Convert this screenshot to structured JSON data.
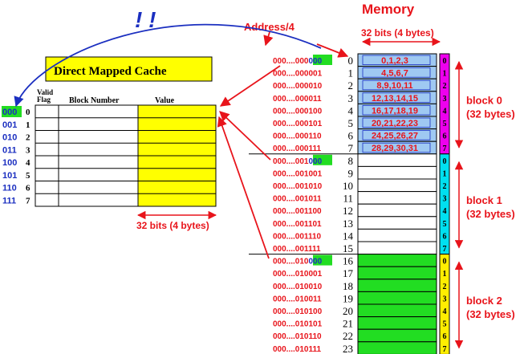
{
  "header": {
    "memory_title": "Memory",
    "address_label": "Address/4",
    "exclaim": "! !",
    "memory_width": "32 bits (4 bytes)"
  },
  "cache": {
    "title": "Direct Mapped Cache",
    "col_valid_line1": "Valid",
    "col_valid_line2": "Flag",
    "col_block": "Block Number",
    "col_value": "Value",
    "index_bits": [
      "000",
      "001",
      "010",
      "011",
      "100",
      "101",
      "110",
      "111"
    ],
    "index_dec": [
      "0",
      "1",
      "2",
      "3",
      "4",
      "5",
      "6",
      "7"
    ],
    "width_label": "32 bits (4 bytes)"
  },
  "memory": {
    "rows": [
      {
        "addr_prefix": "000....000",
        "addr_suffix": "000",
        "index": "0",
        "value": "0,1,2,3"
      },
      {
        "addr_prefix": "000....000",
        "addr_suffix": "001",
        "index": "1",
        "value": "4,5,6,7"
      },
      {
        "addr_prefix": "000....000",
        "addr_suffix": "010",
        "index": "2",
        "value": "8,9,10,11"
      },
      {
        "addr_prefix": "000....000",
        "addr_suffix": "011",
        "index": "3",
        "value": "12,13,14,15"
      },
      {
        "addr_prefix": "000....000",
        "addr_suffix": "100",
        "index": "4",
        "value": "16,17,18,19"
      },
      {
        "addr_prefix": "000....000",
        "addr_suffix": "101",
        "index": "5",
        "value": "20,21,22,23"
      },
      {
        "addr_prefix": "000....000",
        "addr_suffix": "110",
        "index": "6",
        "value": "24,25,26,27"
      },
      {
        "addr_prefix": "000....000",
        "addr_suffix": "111",
        "index": "7",
        "value": "28,29,30,31"
      },
      {
        "addr_prefix": "000....001",
        "addr_suffix": "000",
        "index": "8",
        "value": ""
      },
      {
        "addr_prefix": "000....001",
        "addr_suffix": "001",
        "index": "9",
        "value": ""
      },
      {
        "addr_prefix": "000....001",
        "addr_suffix": "010",
        "index": "10",
        "value": ""
      },
      {
        "addr_prefix": "000....001",
        "addr_suffix": "011",
        "index": "11",
        "value": ""
      },
      {
        "addr_prefix": "000....001",
        "addr_suffix": "100",
        "index": "12",
        "value": ""
      },
      {
        "addr_prefix": "000....001",
        "addr_suffix": "101",
        "index": "13",
        "value": ""
      },
      {
        "addr_prefix": "000....001",
        "addr_suffix": "110",
        "index": "14",
        "value": ""
      },
      {
        "addr_prefix": "000....001",
        "addr_suffix": "111",
        "index": "15",
        "value": ""
      },
      {
        "addr_prefix": "000....010",
        "addr_suffix": "000",
        "index": "16",
        "value": ""
      },
      {
        "addr_prefix": "000....010",
        "addr_suffix": "001",
        "index": "17",
        "value": ""
      },
      {
        "addr_prefix": "000....010",
        "addr_suffix": "010",
        "index": "18",
        "value": ""
      },
      {
        "addr_prefix": "000....010",
        "addr_suffix": "011",
        "index": "19",
        "value": ""
      },
      {
        "addr_prefix": "000....010",
        "addr_suffix": "100",
        "index": "20",
        "value": ""
      },
      {
        "addr_prefix": "000....010",
        "addr_suffix": "101",
        "index": "21",
        "value": ""
      },
      {
        "addr_prefix": "000....010",
        "addr_suffix": "110",
        "index": "22",
        "value": ""
      },
      {
        "addr_prefix": "000....010",
        "addr_suffix": "111",
        "index": "23",
        "value": ""
      }
    ],
    "blocks": [
      {
        "name": "block 0",
        "size": "(32 bytes)",
        "color": "#9fc9f2",
        "strip_color": "#ee00ee"
      },
      {
        "name": "block 1",
        "size": "(32 bytes)",
        "color": "#ffffff",
        "strip_color": "#00e0f0"
      },
      {
        "name": "block 2",
        "size": "(32 bytes)",
        "color": "#22dd22",
        "strip_color": "#ffee00"
      }
    ],
    "byte_labels": [
      "0",
      "1",
      "2",
      "3",
      "4",
      "5",
      "6",
      "7"
    ]
  },
  "colors": {
    "red": "#e8141b",
    "blue": "#1b2fc0",
    "green_highlight": "#22dd22",
    "cache_yellow": "#ffff00"
  }
}
